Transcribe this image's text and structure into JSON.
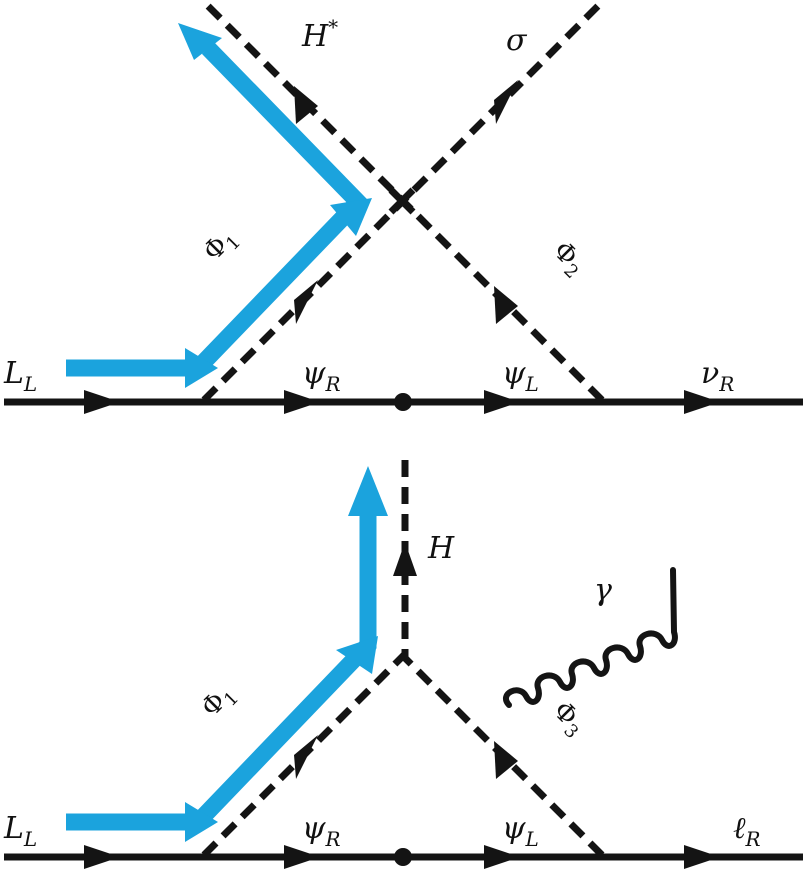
{
  "colors": {
    "line": "#141414",
    "charge_flow": "#1ba3dd",
    "background": "#ffffff"
  },
  "diagram_top": {
    "L_L": {
      "main": "L",
      "sub": "L"
    },
    "psi_R": {
      "main": "ψ",
      "sub": "R"
    },
    "psi_L": {
      "main": "ψ",
      "sub": "L"
    },
    "nu_R": {
      "main": "ν",
      "sub": "R"
    },
    "H_star": {
      "main": "H",
      "sup": "*"
    },
    "sigma": {
      "main": "σ"
    },
    "Phi1": {
      "main": "Φ",
      "sub": "1"
    },
    "Phi2": {
      "main": "Φ",
      "sub": "2"
    }
  },
  "diagram_bottom": {
    "L_L": {
      "main": "L",
      "sub": "L"
    },
    "psi_R": {
      "main": "ψ",
      "sub": "R"
    },
    "psi_L": {
      "main": "ψ",
      "sub": "L"
    },
    "ell_R": {
      "main": "ℓ",
      "sub": "R"
    },
    "H": {
      "main": "H"
    },
    "gamma": {
      "main": "γ"
    },
    "Phi1": {
      "main": "Φ",
      "sub": "1"
    },
    "Phi3": {
      "main": "Φ",
      "sub": "3"
    }
  }
}
